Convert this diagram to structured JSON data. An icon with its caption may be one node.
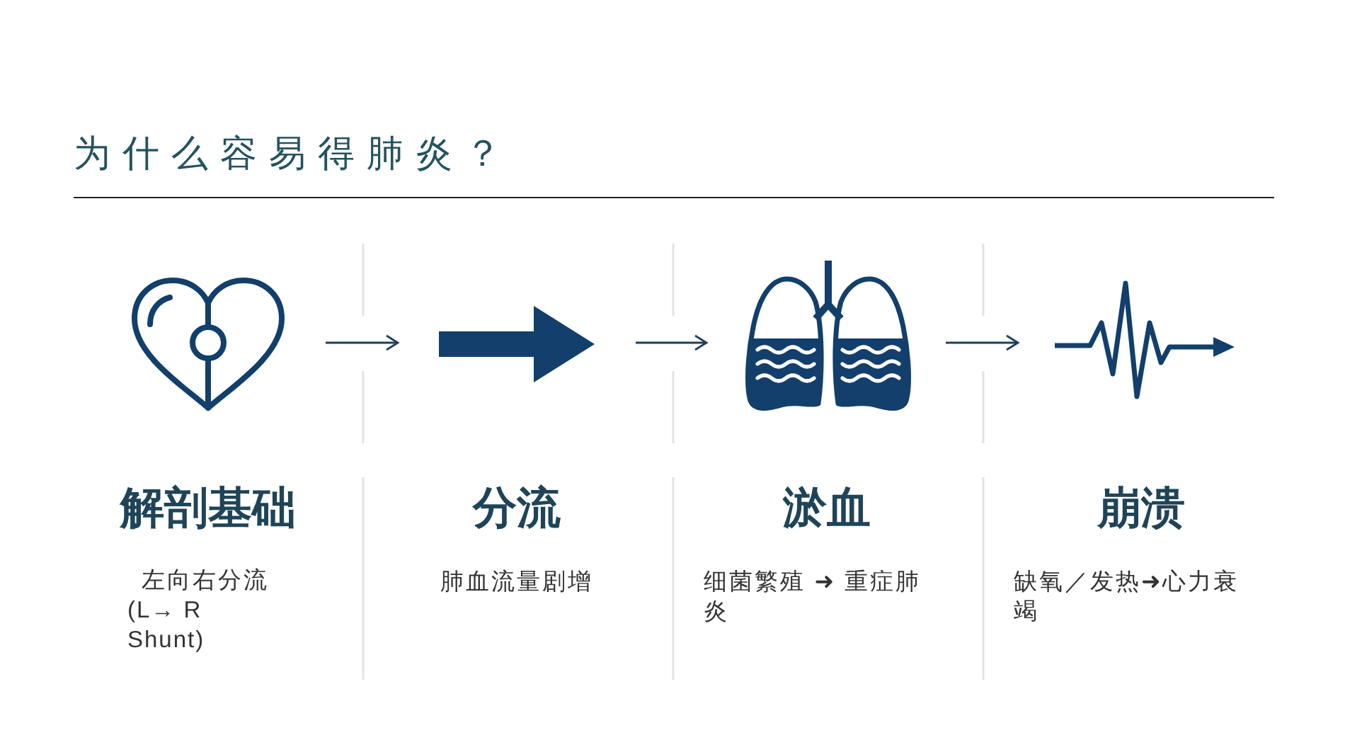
{
  "diagram": {
    "title": "为什么容易得肺炎？",
    "nodes": [
      {
        "text": [],
        "shape": "picture",
        "beside": [
          "解剖基础",
          "左向右分流 (L→ R Shunt)"
        ]
      },
      {
        "text": [],
        "shape": "arrow",
        "beside": [
          "分流",
          "肺血流量剧增"
        ]
      },
      {
        "text": [],
        "shape": "picture",
        "beside": [
          "淤血",
          "细菌繁殖 ➜ 重症肺炎"
        ]
      },
      {
        "text": [],
        "shape": "picture",
        "beside": [
          "崩溃",
          "缺氧／发热➜心力衰竭"
        ]
      }
    ],
    "edges": [
      {
        "from": 0,
        "to": 1,
        "arrow": "to"
      },
      {
        "from": 1,
        "to": 2,
        "arrow": "to"
      },
      {
        "from": 2,
        "to": 3,
        "arrow": "to"
      }
    ]
  }
}
